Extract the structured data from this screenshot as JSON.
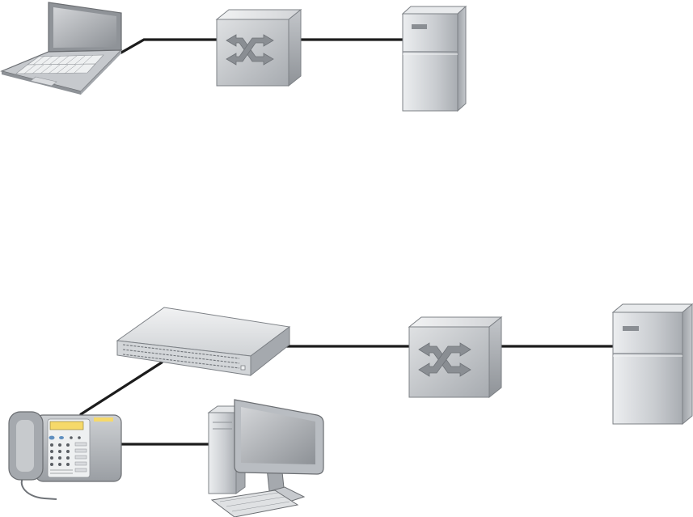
{
  "diagram": {
    "topology_a": {
      "nodes": [
        {
          "id": "laptop",
          "icon": "laptop-icon"
        },
        {
          "id": "switch-a",
          "icon": "network-switch-icon"
        },
        {
          "id": "server-a",
          "icon": "server-tower-icon"
        }
      ],
      "links": [
        {
          "from": "laptop",
          "to": "switch-a"
        },
        {
          "from": "switch-a",
          "to": "server-a"
        }
      ]
    },
    "topology_b": {
      "nodes": [
        {
          "id": "ip-phone",
          "icon": "ip-phone-icon"
        },
        {
          "id": "desktop-pc",
          "icon": "desktop-computer-icon"
        },
        {
          "id": "access-switch",
          "icon": "rack-switch-icon"
        },
        {
          "id": "switch-b",
          "icon": "network-switch-icon"
        },
        {
          "id": "server-b",
          "icon": "server-tower-icon"
        }
      ],
      "links": [
        {
          "from": "ip-phone",
          "to": "access-switch"
        },
        {
          "from": "ip-phone",
          "to": "desktop-pc"
        },
        {
          "from": "access-switch",
          "to": "switch-b"
        },
        {
          "from": "switch-b",
          "to": "server-b"
        }
      ]
    },
    "colors": {
      "line": "#1c1c1c",
      "device_light": "#e4e6e8",
      "device_mid": "#b9bdc2",
      "device_dark": "#8e9297",
      "screen": "#aeb1b5",
      "phone_display": "#f6d96a",
      "phone_key": "#5f8fbf",
      "outline": "#6b6e72"
    }
  }
}
